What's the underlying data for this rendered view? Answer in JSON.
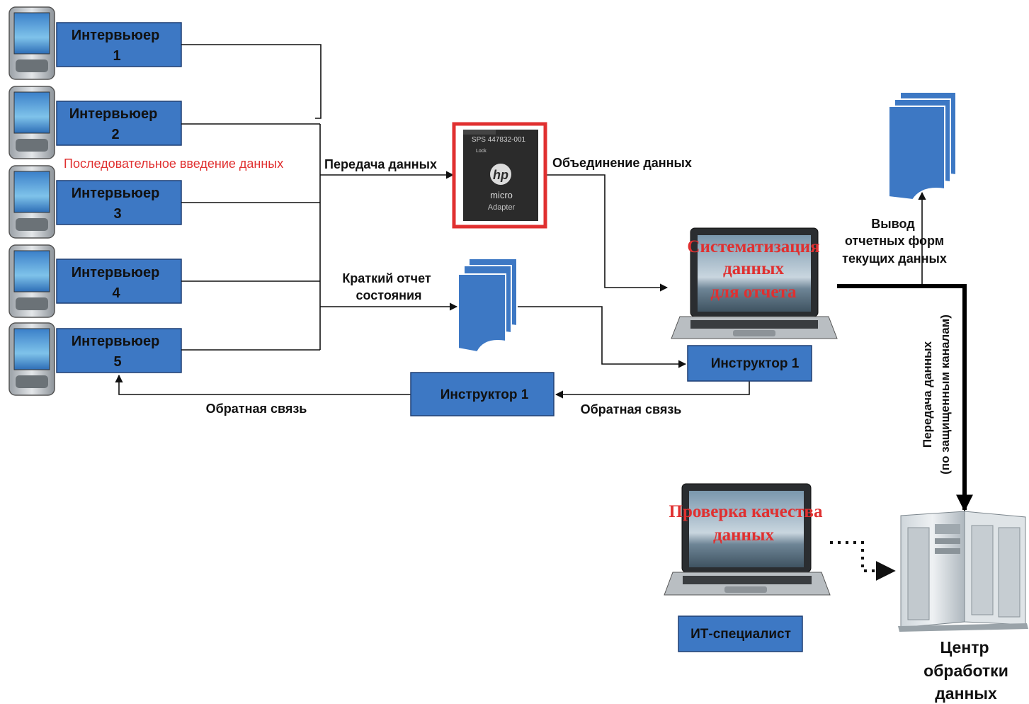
{
  "interviewers": [
    {
      "title": "Интервьюер",
      "num": "1"
    },
    {
      "title": "Интервьюер",
      "num": "2"
    },
    {
      "title": "Интервьюер",
      "num": "3"
    },
    {
      "title": "Интервьюер",
      "num": "4"
    },
    {
      "title": "Интервьюер",
      "num": "5"
    }
  ],
  "labels": {
    "sequential_entry": "Последовательное введение данных",
    "data_transfer": "Передача данных",
    "data_merge": "Объединение данных",
    "brief_report_line1": "Краткий отчет",
    "brief_report_line2": "состояния",
    "feedback_left": "Обратная связь",
    "feedback_right": "Обратная связь",
    "output_line1": "Вывод",
    "output_line2": "отчетных форм",
    "output_line3": "текущих данных",
    "secure_line1": "Передача данных",
    "secure_line2": "(по защищенным каналам)",
    "center_line1": "Центр",
    "center_line2": "обработки",
    "center_line3": "данных"
  },
  "boxes": {
    "instructor_right": "Инструктор 1",
    "instructor_mid": "Инструктор 1",
    "it_specialist": "ИТ-специалист"
  },
  "laptop_top": {
    "line1": "Систематизация",
    "line2": "данных",
    "line3": "для отчета"
  },
  "laptop_bottom": {
    "line1": "Проверка качества",
    "line2": "данных"
  },
  "sd_card": {
    "code": "SPS 447832-001",
    "lock": "Lock",
    "brand": "hp",
    "micro": "micro",
    "adapter": "Adapter"
  },
  "colors": {
    "box_fill": "#3d78c4",
    "box_stroke": "#1f3f73",
    "accent_red": "#e03030",
    "line": "#111111"
  },
  "icons": [
    "pda-icon",
    "sd-card-icon",
    "documents-icon",
    "laptop-icon",
    "server-icon"
  ]
}
